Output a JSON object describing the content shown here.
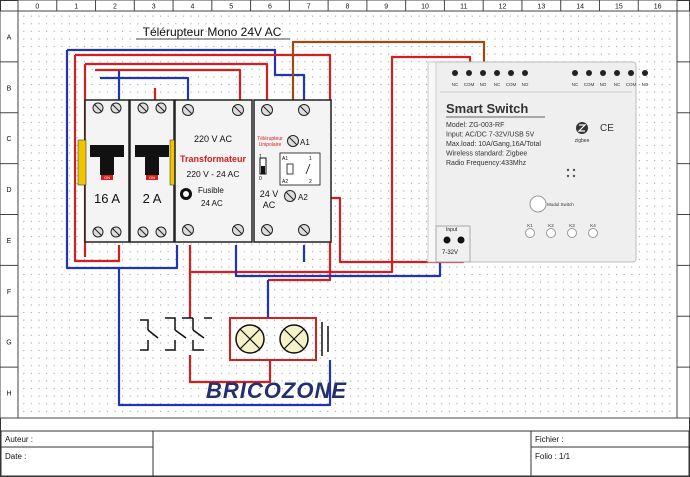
{
  "grid": {
    "columns": [
      "0",
      "1",
      "2",
      "3",
      "4",
      "5",
      "6",
      "7",
      "8",
      "9",
      "10",
      "11",
      "12",
      "13",
      "14",
      "15",
      "16"
    ],
    "rows": [
      "A",
      "B",
      "C",
      "D",
      "E",
      "F",
      "G",
      "H"
    ]
  },
  "title": "Télérupteur Mono 24V AC",
  "breakers": {
    "b1_rating": "16 A",
    "b2_rating": "2 A",
    "on1": "ON",
    "on2": "ON"
  },
  "transformer": {
    "input": "220 V  AC",
    "title": "Transformateur",
    "ratio": "220 V - 24 AC",
    "fuse": "Fusible",
    "fuse_value": "24 AC"
  },
  "relay": {
    "label_top": "Télérupteur",
    "label_sub": "Unipolaire",
    "a1": "A1",
    "a2": "A2",
    "coil_a1": "A1",
    "coil_a2": "A2",
    "voltage": "24 V",
    "type": "AC",
    "pin1": "1",
    "pin2": "2",
    "pin_0": "0",
    "pin_1": "1"
  },
  "smart_switch": {
    "title": "Smart Switch",
    "top_terms": [
      "NC",
      "COM",
      "NO",
      "NC",
      "COM",
      "NO",
      "NC",
      "COM",
      "NO",
      "NC",
      "COM",
      "NO"
    ],
    "lines": [
      "Model: ZG-003-RF",
      "Input:  AC/DC 7-32V/USB 5V",
      "Max.load:  10A/Gang,16A/Total",
      "Wireless standard:  Zigbee",
      "Radio Frequency:433Mhz"
    ],
    "zigbee": "zigbee",
    "ce": "CE",
    "input_label": "Input",
    "input_voltage": "7-32V",
    "modul_switch": "Modul Switch",
    "keys": [
      "K1",
      "K2",
      "K3",
      "K4"
    ]
  },
  "logo": {
    "text": "BRICOZONE"
  },
  "footer": {
    "auteur": "Auteur :",
    "date": "Date :",
    "fichier": "Fichier :",
    "folio": "Folio :  1/1"
  },
  "colors": {
    "red": "#d51e1e",
    "blue": "#1f35b5",
    "brown": "#9c4a10",
    "black": "#1a1a1a",
    "grid": "#888888"
  }
}
